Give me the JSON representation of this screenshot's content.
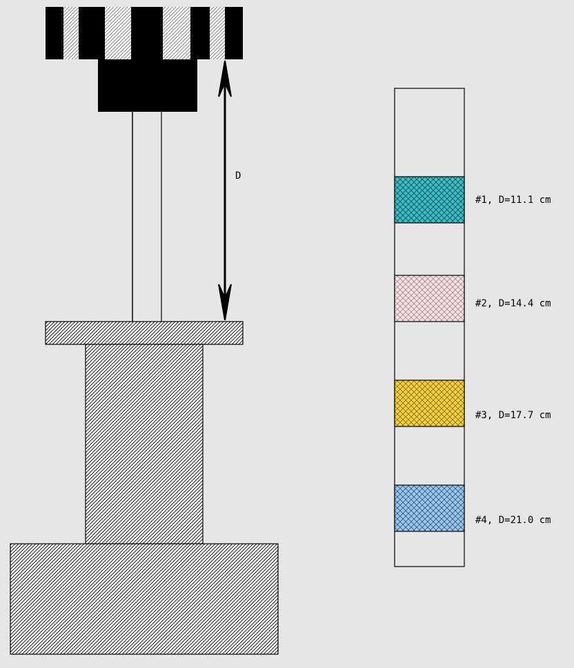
{
  "distance_label": "D",
  "strip": {
    "samples": [
      {
        "label": "#1, D=11.1 cm",
        "distance_cm": 11.1,
        "color": "#33c4bd"
      },
      {
        "label": "#2, D=14.4 cm",
        "distance_cm": 14.4,
        "color": "#f9dede"
      },
      {
        "label": "#3, D=17.7 cm",
        "distance_cm": 17.7,
        "color": "#f6cf3c"
      },
      {
        "label": "#4, D=21.0 cm",
        "distance_cm": 21.0,
        "color": "#98c6ec"
      }
    ]
  }
}
